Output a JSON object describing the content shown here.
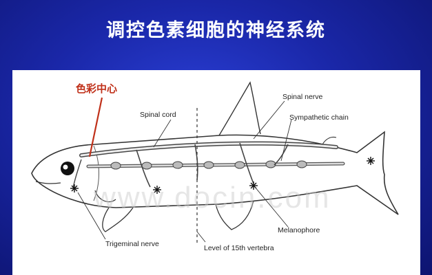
{
  "title": "调控色素细胞的神经系统",
  "labels": {
    "color_center": "色彩中心",
    "spinal_cord": "Spinal cord",
    "spinal_nerve": "Spinal nerve",
    "sympathetic_chain": "Sympathetic chain",
    "melanophore": "Melanophore",
    "trigeminal_nerve": "Trigeminal nerve",
    "level_vertebra": "Level of 15th vertebra"
  },
  "watermark": "www.docin.com",
  "colors": {
    "background": "#1a27a8",
    "title": "#ffffff",
    "color_center_label": "#c0311a",
    "pointer_line": "#c0311a"
  }
}
